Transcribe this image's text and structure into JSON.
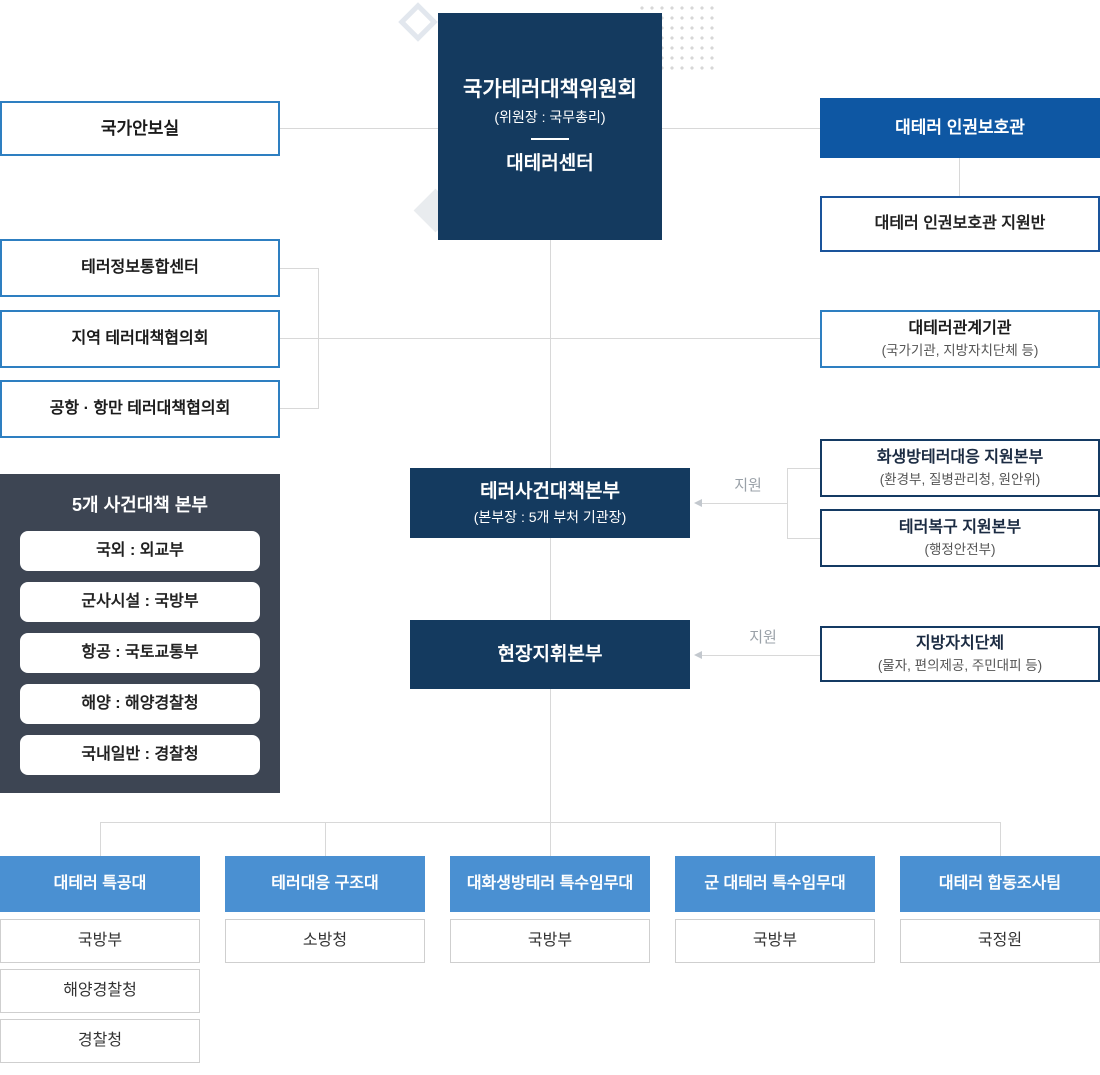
{
  "colors": {
    "navy": "#143a5f",
    "strong_blue": "#0e57a3",
    "light_blue": "#4a90d2",
    "border_blue": "#2e7fc1",
    "slate": "#3d4553",
    "connector_gray": "#d8d8d8",
    "support_text_gray": "#9aa1a8"
  },
  "top": {
    "committee": {
      "title": "국가테러대책위원회",
      "subtitle": "(위원장 : 국무총리)",
      "center_name": "대테러센터"
    },
    "security_office": {
      "label": "국가안보실"
    },
    "rights_officer": {
      "label": "대테러 인권보호관"
    },
    "rights_support": {
      "label": "대테러 인권보호관 지원반"
    }
  },
  "left_boxes": [
    {
      "label": "테러정보통합센터"
    },
    {
      "label": "지역 테러대책협의회"
    },
    {
      "label": "공항 · 항만 테러대책협의회"
    }
  ],
  "related_org": {
    "title": "대테러관계기관",
    "subtitle": "(국가기관, 지방자치단체 등)"
  },
  "incident_hq": {
    "title": "테러사건대책본부",
    "subtitle": "(본부장 : 5개 부처 기관장)"
  },
  "incident_support_boxes": [
    {
      "title": "화생방테러대응 지원본부",
      "subtitle": "(환경부, 질병관리청, 원안위)"
    },
    {
      "title": "테러복구 지원본부",
      "subtitle": "(행정안전부)"
    }
  ],
  "field_hq": {
    "title": "현장지휘본부"
  },
  "local_gov": {
    "title": "지방자치단체",
    "subtitle": "(물자, 편의제공, 주민대피 등)"
  },
  "support_labels": {
    "first": "지원",
    "second": "지원"
  },
  "five_hq_panel": {
    "title": "5개 사건대책 본부",
    "items": [
      "국외 : 외교부",
      "군사시설 : 국방부",
      "항공 : 국토교통부",
      "해양 : 해양경찰청",
      "국내일반 : 경찰청"
    ]
  },
  "bottom_units": [
    {
      "title": "대테러 특공대",
      "agencies": [
        "국방부",
        "해양경찰청",
        "경찰청"
      ]
    },
    {
      "title": "테러대응 구조대",
      "agencies": [
        "소방청"
      ]
    },
    {
      "title": "대화생방테러 특수임무대",
      "agencies": [
        "국방부"
      ]
    },
    {
      "title": "군 대테러 특수임무대",
      "agencies": [
        "국방부"
      ]
    },
    {
      "title": "대테러 합동조사팀",
      "agencies": [
        "국정원"
      ]
    }
  ]
}
